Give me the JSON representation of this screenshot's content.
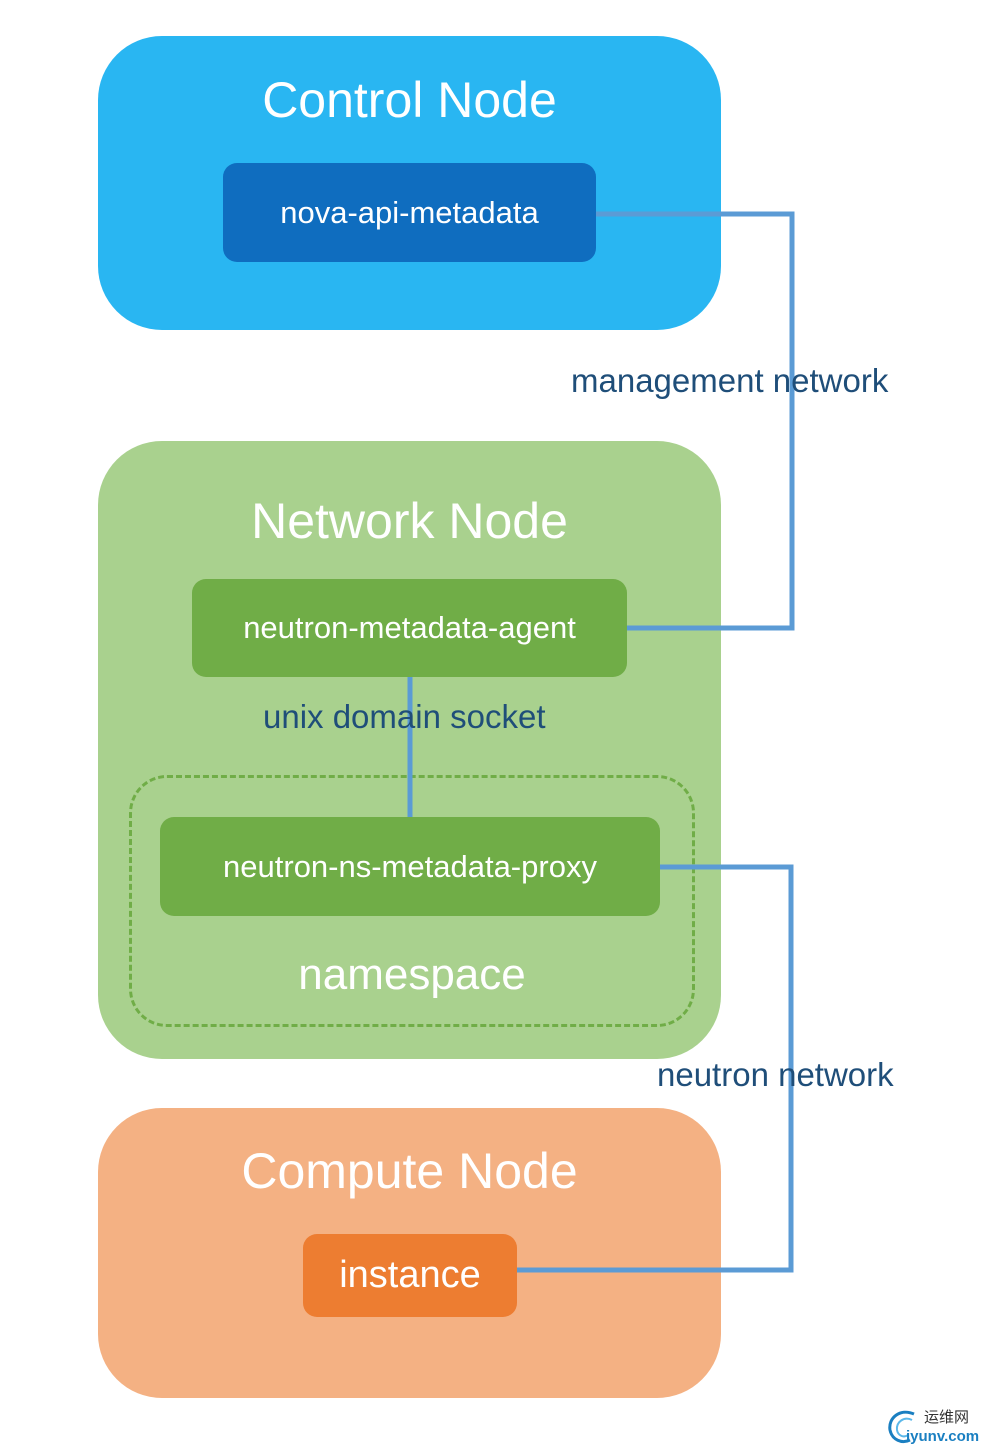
{
  "control_node": {
    "title": "Control Node",
    "component": "nova-api-metadata"
  },
  "network_node": {
    "title": "Network Node",
    "agent": "neutron-metadata-agent",
    "proxy": "neutron-ns-metadata-proxy",
    "namespace_label": "namespace"
  },
  "compute_node": {
    "title": "Compute Node",
    "component": "instance"
  },
  "links": {
    "management": "management network",
    "socket": "unix domain socket",
    "neutron": "neutron network"
  },
  "watermark": {
    "line1": "运维网",
    "line2": "iyunv.com"
  },
  "colors": {
    "control_bg": "#29b6f2",
    "control_box": "#0f6dbf",
    "network_bg": "#a9d18e",
    "network_box": "#70ad47",
    "compute_bg": "#f4b183",
    "compute_box": "#ed7d31",
    "link_line": "#5b9bd5",
    "link_text": "#1f4e79"
  }
}
